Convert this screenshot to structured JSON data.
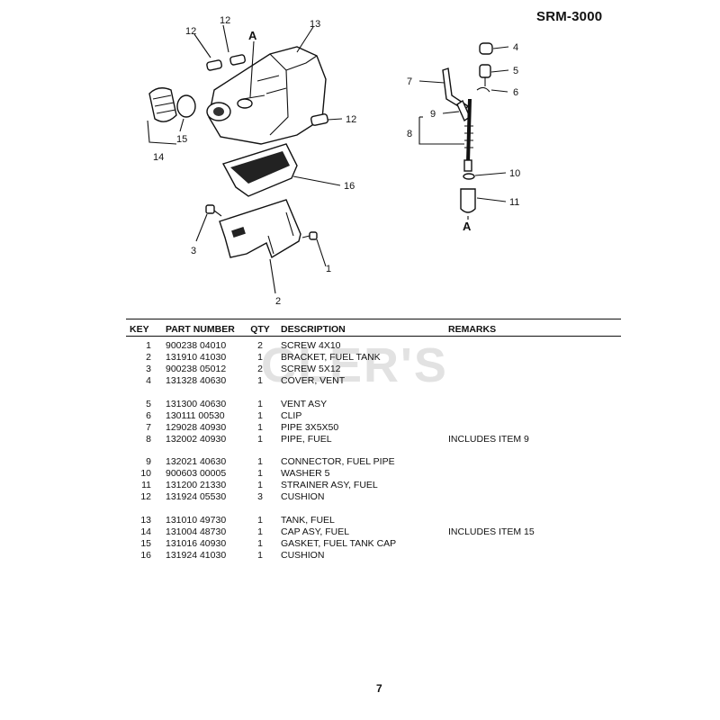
{
  "model": "SRM-3000",
  "watermark": "CLER'S",
  "page_number": "7",
  "callouts": {
    "c1": "1",
    "c2": "2",
    "c3": "3",
    "c4": "4",
    "c5": "5",
    "c6": "6",
    "c7": "7",
    "c8": "8",
    "c9": "9",
    "c10": "10",
    "c11": "11",
    "c12a": "12",
    "c12b": "12",
    "c12c": "12",
    "c13": "13",
    "c14": "14",
    "c15": "15",
    "c16": "16",
    "refA1": "A",
    "refA2": "A"
  },
  "table": {
    "headers": {
      "key": "KEY",
      "part": "PART NUMBER",
      "qty": "QTY",
      "desc": "DESCRIPTION",
      "rem": "REMARKS"
    },
    "rows": [
      {
        "key": "1",
        "part": "900238 04010",
        "qty": "2",
        "desc": "SCREW  4X10",
        "rem": ""
      },
      {
        "key": "2",
        "part": "131910 41030",
        "qty": "1",
        "desc": "BRACKET, FUEL TANK",
        "rem": ""
      },
      {
        "key": "3",
        "part": "900238 05012",
        "qty": "2",
        "desc": "SCREW  5X12",
        "rem": ""
      },
      {
        "key": "4",
        "part": "131328 40630",
        "qty": "1",
        "desc": "COVER, VENT",
        "rem": ""
      },
      {
        "key": "5",
        "part": "131300 40630",
        "qty": "1",
        "desc": "VENT ASY",
        "rem": ""
      },
      {
        "key": "6",
        "part": "130111 00530",
        "qty": "1",
        "desc": "CLIP",
        "rem": ""
      },
      {
        "key": "7",
        "part": "129028 40930",
        "qty": "1",
        "desc": "PIPE  3X5X50",
        "rem": ""
      },
      {
        "key": "8",
        "part": "132002 40930",
        "qty": "1",
        "desc": "PIPE, FUEL",
        "rem": "INCLUDES ITEM 9"
      },
      {
        "key": "9",
        "part": "132021 40630",
        "qty": "1",
        "desc": "CONNECTOR, FUEL PIPE",
        "rem": ""
      },
      {
        "key": "10",
        "part": "900603 00005",
        "qty": "1",
        "desc": "WASHER  5",
        "rem": ""
      },
      {
        "key": "11",
        "part": "131200 21330",
        "qty": "1",
        "desc": "STRAINER ASY, FUEL",
        "rem": ""
      },
      {
        "key": "12",
        "part": "131924 05530",
        "qty": "3",
        "desc": "CUSHION",
        "rem": ""
      },
      {
        "key": "13",
        "part": "131010 49730",
        "qty": "1",
        "desc": "TANK, FUEL",
        "rem": ""
      },
      {
        "key": "14",
        "part": "131004 48730",
        "qty": "1",
        "desc": "CAP ASY, FUEL",
        "rem": "INCLUDES ITEM 15"
      },
      {
        "key": "15",
        "part": "131016 40930",
        "qty": "1",
        "desc": "GASKET, FUEL TANK CAP",
        "rem": ""
      },
      {
        "key": "16",
        "part": "131924 41030",
        "qty": "1",
        "desc": "CUSHION",
        "rem": ""
      }
    ]
  }
}
